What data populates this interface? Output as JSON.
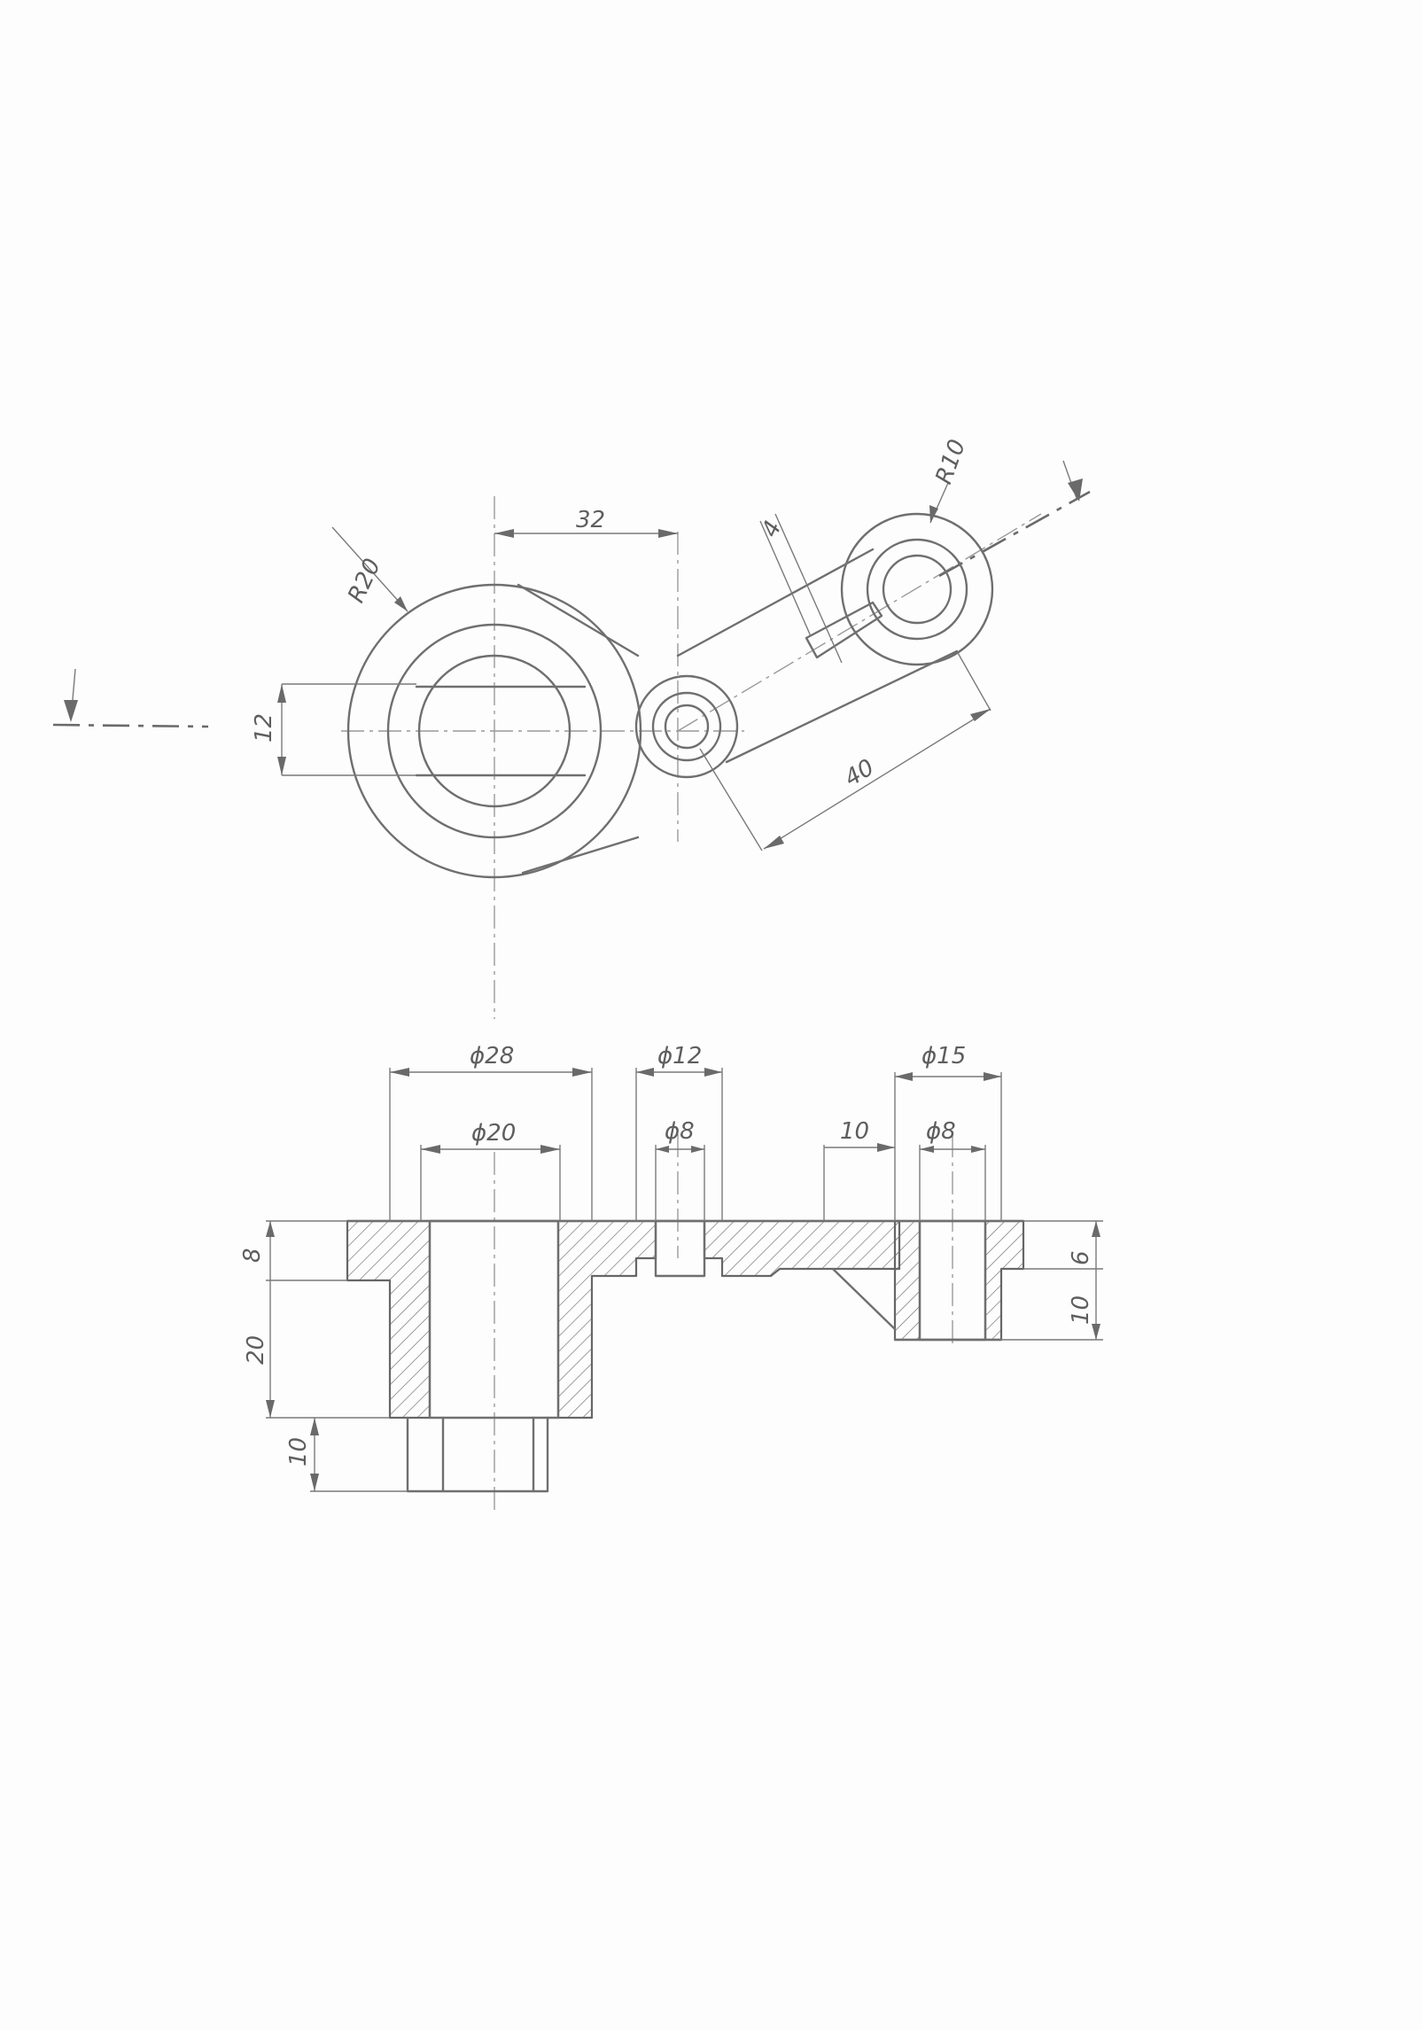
{
  "drawing": {
    "top_view": {
      "dims": {
        "r20": "R20",
        "d32": "32",
        "d4": "4",
        "r10": "R10",
        "d12": "12",
        "d40": "40"
      }
    },
    "section_view": {
      "dims": {
        "phi28": "ϕ28",
        "phi20": "ϕ20",
        "phi12": "ϕ12",
        "phi8a": "ϕ8",
        "phi15": "ϕ15",
        "d10a": "10",
        "phi8b": "ϕ8",
        "h8": "8",
        "h20": "20",
        "h10": "10",
        "h6": "6",
        "h10b": "10"
      }
    }
  }
}
